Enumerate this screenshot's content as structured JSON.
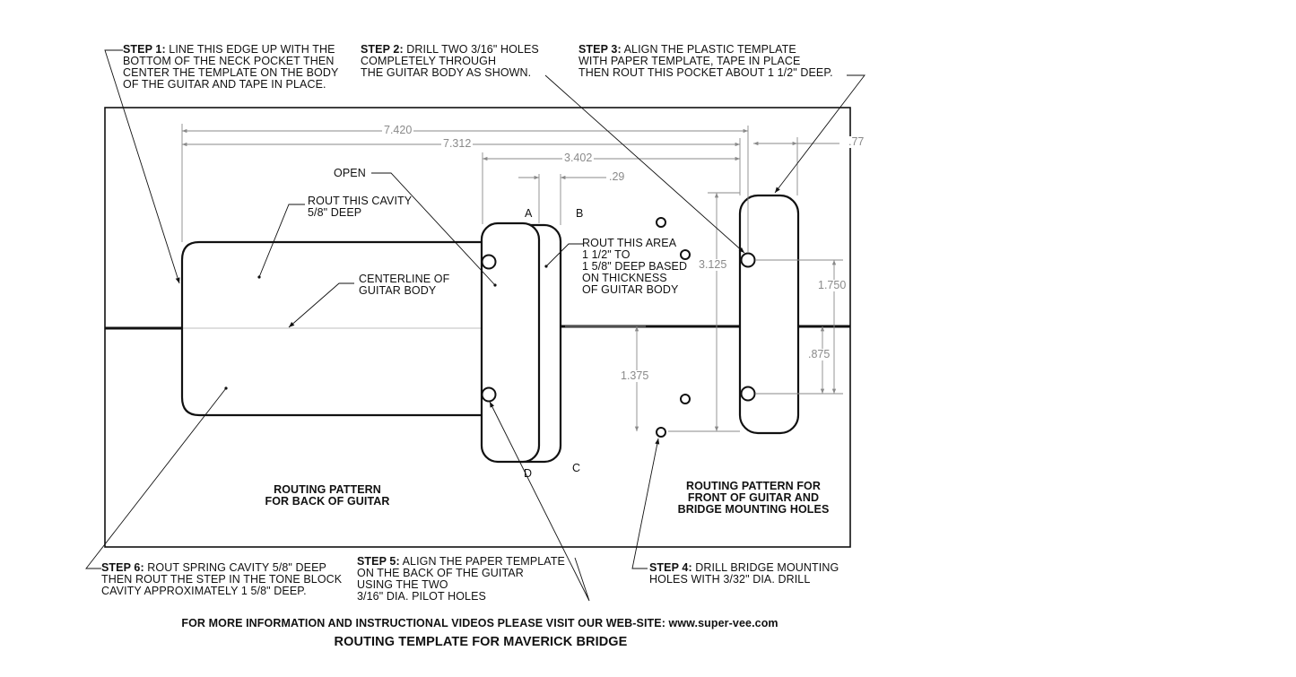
{
  "steps": {
    "step1": {
      "label": "STEP 1:",
      "lines": [
        " LINE THIS EDGE UP WITH THE",
        "BOTTOM OF THE NECK POCKET THEN",
        "CENTER THE TEMPLATE ON THE BODY",
        "OF THE GUITAR AND TAPE IN PLACE."
      ]
    },
    "step2": {
      "label": "STEP 2:",
      "lines": [
        " DRILL TWO 3/16\" HOLES",
        "COMPLETELY THROUGH",
        "THE GUITAR BODY AS SHOWN."
      ]
    },
    "step3": {
      "label": "STEP 3:",
      "lines": [
        " ALIGN THE PLASTIC TEMPLATE",
        "WITH PAPER TEMPLATE, TAPE IN PLACE",
        "THEN ROUT THIS POCKET ABOUT 1 1/2\" DEEP."
      ]
    },
    "step4": {
      "label": "STEP 4:",
      "lines": [
        " DRILL BRIDGE MOUNTING",
        "HOLES WITH 3/32\" DIA. DRILL"
      ]
    },
    "step5": {
      "label": "STEP 5:",
      "lines": [
        " ALIGN THE PAPER TEMPLATE",
        "ON THE BACK OF THE GUITAR",
        "USING THE TWO",
        "3/16\" DIA. PILOT HOLES"
      ]
    },
    "step6": {
      "label": "STEP 6:",
      "lines": [
        " ROUT SPRING CAVITY 5/8\" DEEP",
        "THEN ROUT THE STEP IN THE TONE BLOCK",
        "CAVITY APPROXIMATELY 1  5/8\" DEEP."
      ]
    }
  },
  "notes": {
    "rout_cavity": [
      "ROUT THIS CAVITY",
      "5/8\" DEEP"
    ],
    "open": "OPEN",
    "centerline": [
      "CENTERLINE OF",
      "GUITAR BODY"
    ],
    "rout_area": [
      "ROUT THIS AREA",
      "1 1/2\" TO",
      "1 5/8\" DEEP BASED",
      "ON THICKNESS",
      "OF GUITAR BODY"
    ],
    "back_pattern": [
      "ROUTING PATTERN",
      "FOR BACK OF GUITAR"
    ],
    "front_pattern": [
      "ROUTING PATTERN FOR",
      "FRONT OF GUITAR AND",
      "BRIDGE MOUNTING HOLES"
    ]
  },
  "letters": {
    "a": "A",
    "b": "B",
    "c": "C",
    "d": "D"
  },
  "dimensions": {
    "d7420": "7.420",
    "d7312": "7.312",
    "d3402": "3.402",
    "d029": ".29",
    "d077": ".77",
    "d3125": "3.125",
    "d1750": "1.750",
    "d0875": ".875",
    "d1375": "1.375"
  },
  "footer": {
    "info": "FOR MORE INFORMATION AND INSTRUCTIONAL VIDEOS PLEASE VISIT OUR WEB-SITE:  www.super-vee.com",
    "title": "ROUTING TEMPLATE FOR MAVERICK BRIDGE"
  }
}
